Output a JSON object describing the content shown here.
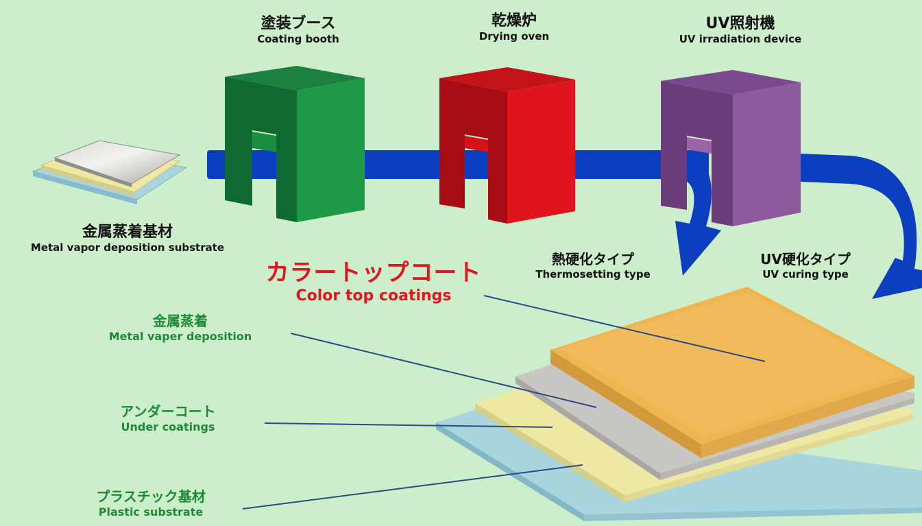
{
  "machines": [
    {
      "id": "coating",
      "jp": "塗装ブース",
      "en": "Coating booth",
      "color": "#1e9a46"
    },
    {
      "id": "drying",
      "jp": "乾燥炉",
      "en": "Drying oven",
      "color": "#e0141c"
    },
    {
      "id": "uv",
      "jp": "UV照射機",
      "en": "UV irradiation device",
      "color": "#8a5598"
    }
  ],
  "input_substrate": {
    "jp": "金属蒸着基材",
    "en": "Metal vapor deposition substrate"
  },
  "curing_types": {
    "thermo": {
      "jp": "熱硬化タイプ",
      "en": "Thermosetting  type"
    },
    "uv": {
      "jp": "UV硬化タイプ",
      "en": "UV curing type"
    }
  },
  "headline": {
    "jp": "カラートップコート",
    "en": "Color top coatings"
  },
  "layers": {
    "metal": {
      "jp": "金属蒸着",
      "en": "Metal vaper deposition"
    },
    "under": {
      "jp": "アンダーコート",
      "en": "Under coatings"
    },
    "plastic": {
      "jp": "プラスチック基材",
      "en": "Plastic substrate"
    }
  },
  "colors": {
    "background": "#cdeecb",
    "arrow": "#0c3fbf",
    "leader": "#2c4a8a",
    "top_coat": "#efb650",
    "metal_layer": "#c9c7c4",
    "under_layer": "#efe8a4",
    "plastic_layer": "#a9d5df"
  }
}
